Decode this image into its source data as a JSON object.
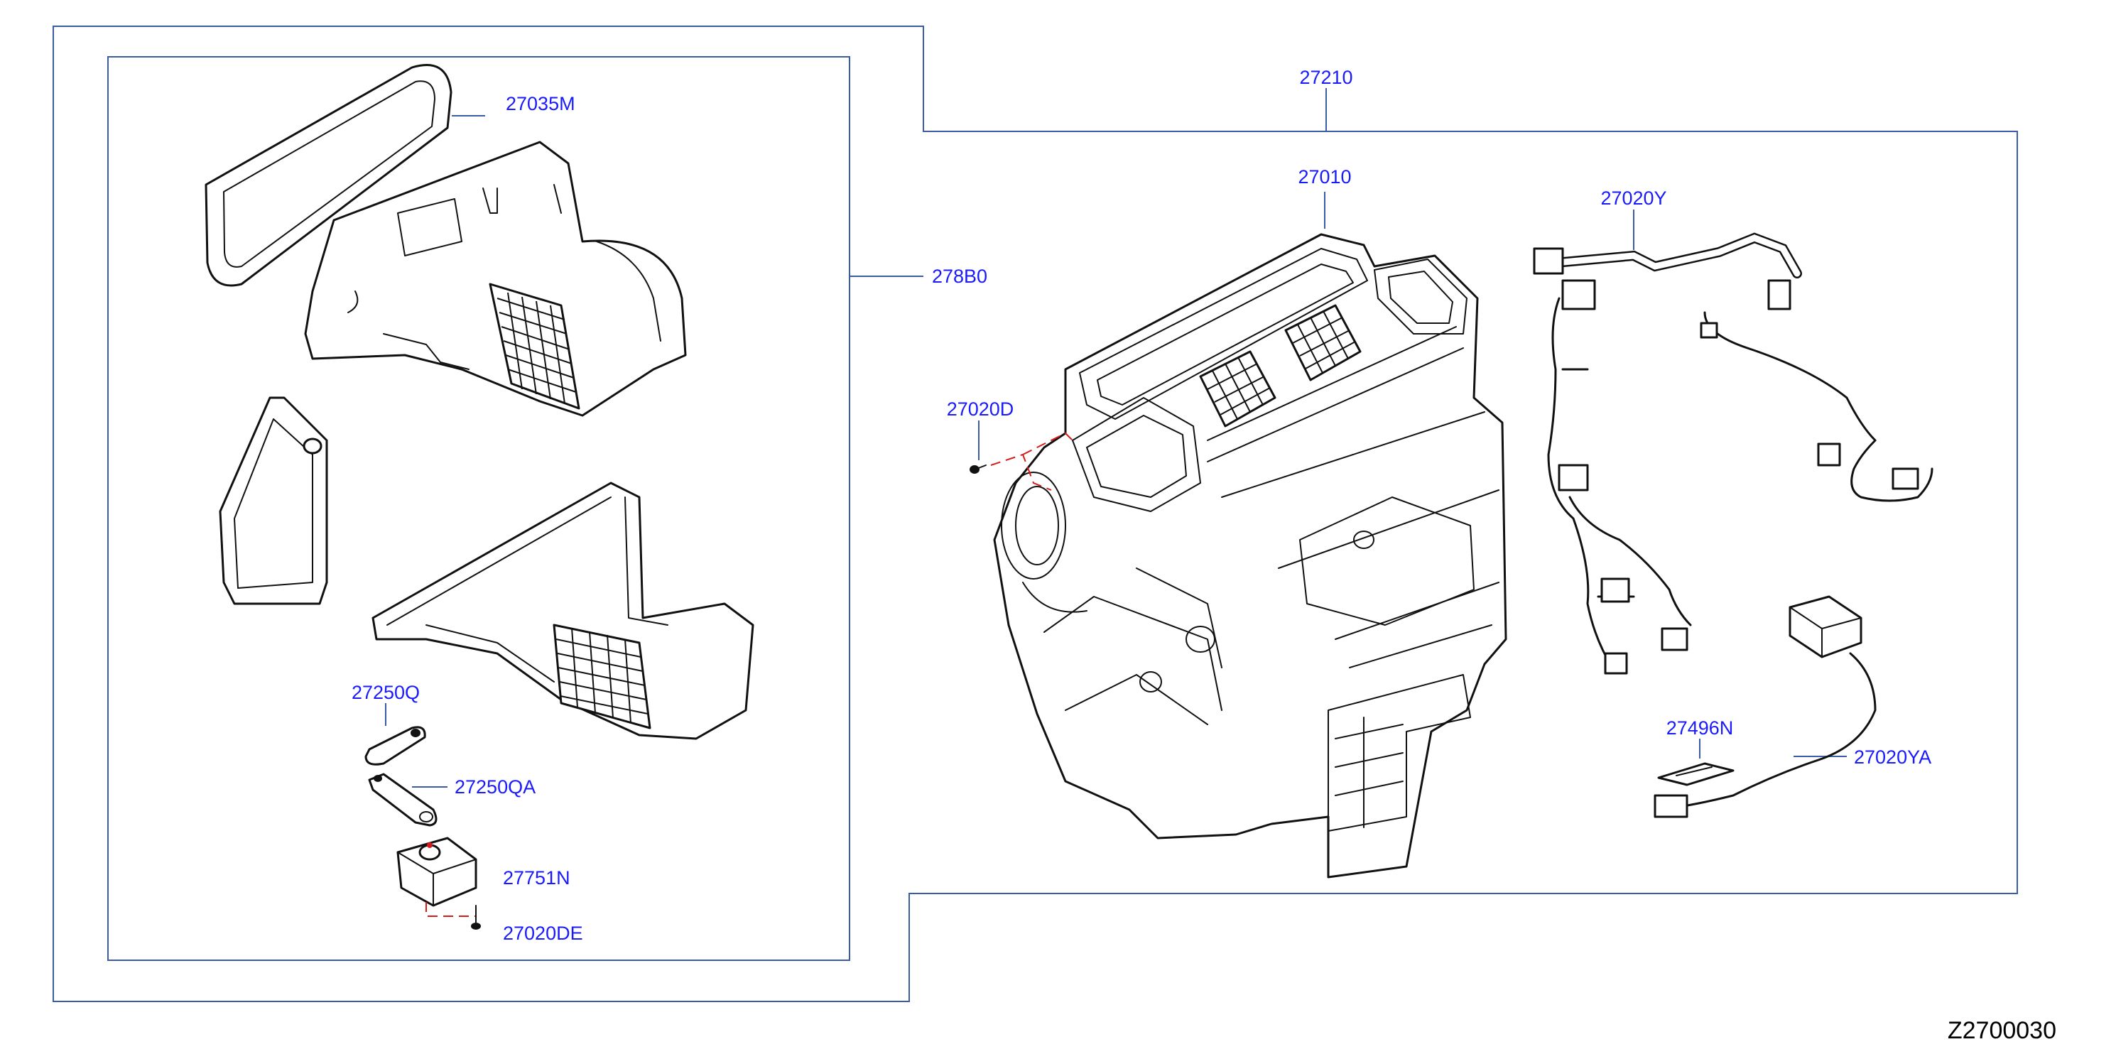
{
  "diagram": {
    "id_code": "Z2700030",
    "colors": {
      "frame": "#3a5ba8",
      "callout_text": "#1a1aff",
      "marker": "#d41c1c",
      "drawing": "#111111"
    }
  },
  "callouts": {
    "p27210": "27210",
    "p278B0": "278B0",
    "p27035M": "27035M",
    "p27010": "27010",
    "p27020Y": "27020Y",
    "p27020D": "27020D",
    "p27250Q": "27250Q",
    "p27250QA": "27250QA",
    "p27751N": "27751N",
    "p27020DE": "27020DE",
    "p27496N": "27496N",
    "p27020YA": "27020YA"
  }
}
